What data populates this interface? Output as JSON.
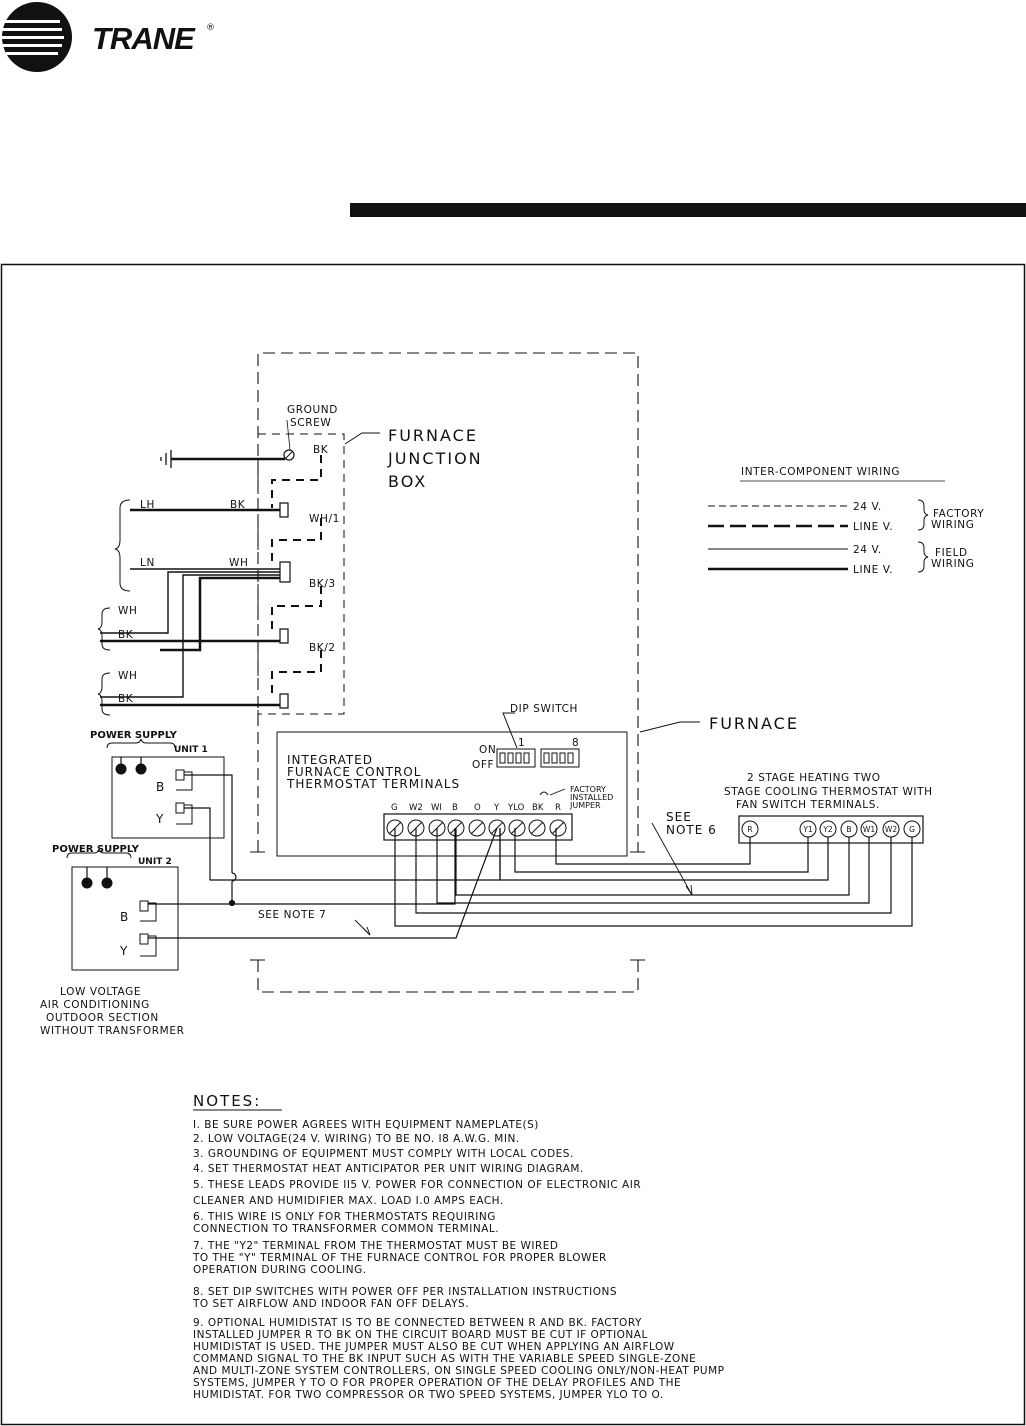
{
  "brand": {
    "name": "TRANE",
    "registered": "®"
  },
  "diagram": {
    "ground_screw": [
      "GROUND",
      "SCREW"
    ],
    "junction_box": [
      "FURNACE",
      "JUNCTION",
      "BOX"
    ],
    "bk": "BK",
    "wh_1": "WH/1",
    "bk_3": "BK/3",
    "bk_2": "BK/2",
    "lh": "LH",
    "ln": "LN",
    "wh": "WH",
    "legend_title": "INTER-COMPONENT WIRING",
    "legend_24v": "24 V.",
    "legend_line": "LINE V.",
    "factory_wiring": [
      "FACTORY",
      "WIRING"
    ],
    "field_wiring": [
      "FIELD",
      "WIRING"
    ],
    "dip_switch": "DIP SWITCH",
    "dip_on": "ON",
    "dip_off": "OFF",
    "dip_1": "1",
    "dip_8": "8",
    "furnace": "FURNACE",
    "ifc": [
      "INTEGRATED",
      "FURNACE CONTROL",
      "THERMOSTAT TERMINALS"
    ],
    "factory_jumper": [
      "FACTORY",
      "INSTALLED",
      "JUMPER"
    ],
    "furnace_terminals": [
      "G",
      "W2",
      "WI",
      "B",
      "O",
      "Y",
      "YLO",
      "BK",
      "R"
    ],
    "thermostat_title": [
      "2 STAGE HEATING TWO",
      "STAGE COOLING THERMOSTAT WITH",
      "FAN SWITCH TERMINALS."
    ],
    "thermostat_terminals": [
      "R",
      "Y1",
      "Y2",
      "B",
      "W1",
      "W2",
      "G"
    ],
    "see_note_6": [
      "SEE",
      "NOTE 6"
    ],
    "see_note_7": "SEE NOTE 7",
    "power_supply": "POWER SUPPLY",
    "unit_1": "UNIT 1",
    "unit_2": "UNIT 2",
    "b": "B",
    "y": "Y",
    "outdoor": [
      "LOW VOLTAGE",
      "AIR CONDITIONING",
      "OUTDOOR SECTION",
      "WITHOUT TRANSFORMER"
    ]
  },
  "notes": {
    "title": "NOTES:",
    "lines": [
      "I. BE SURE POWER AGREES WITH EQUIPMENT NAMEPLATE(S)",
      "2. LOW VOLTAGE(24 V. WIRING) TO BE NO. I8 A.W.G. MIN.",
      "3. GROUNDING OF EQUIPMENT MUST COMPLY WITH LOCAL CODES.",
      "4. SET THERMOSTAT HEAT ANTICIPATOR PER UNIT WIRING DIAGRAM.",
      "5. THESE LEADS PROVIDE II5 V. POWER FOR CONNECTION OF ELECTRONIC AIR",
      "    CLEANER AND HUMIDIFIER MAX. LOAD I.0 AMPS EACH.",
      "6. THIS WIRE IS ONLY FOR THERMOSTATS REQUIRING",
      "    CONNECTION TO TRANSFORMER COMMON TERMINAL.",
      "7. THE \"Y2\" TERMINAL FROM THE THERMOSTAT MUST BE WIRED",
      "    TO THE \"Y\" TERMINAL OF THE FURNACE CONTROL FOR PROPER BLOWER",
      "    OPERATION DURING COOLING.",
      "8. SET DIP SWITCHES WITH POWER OFF PER INSTALLATION INSTRUCTIONS",
      "    TO SET AIRFLOW AND INDOOR FAN OFF DELAYS.",
      "9. OPTIONAL HUMIDISTAT IS TO BE CONNECTED BETWEEN R AND BK. FACTORY",
      "    INSTALLED JUMPER R TO BK ON THE CIRCUIT BOARD MUST BE CUT IF OPTIONAL",
      "    HUMIDISTAT IS USED. THE JUMPER MUST ALSO BE CUT WHEN APPLYING AN AIRFLOW",
      "    COMMAND SIGNAL TO THE BK INPUT SUCH AS WITH THE VARIABLE SPEED SINGLE-ZONE",
      "    AND MULTI-ZONE SYSTEM CONTROLLERS, ON SINGLE SPEED COOLING ONLY/NON-HEAT PUMP",
      "    SYSTEMS, JUMPER Y TO O FOR PROPER OPERATION OF THE DELAY PROFILES AND THE",
      "    HUMIDISTAT. FOR TWO COMPRESSOR OR TWO SPEED SYSTEMS, JUMPER YLO TO O."
    ]
  }
}
